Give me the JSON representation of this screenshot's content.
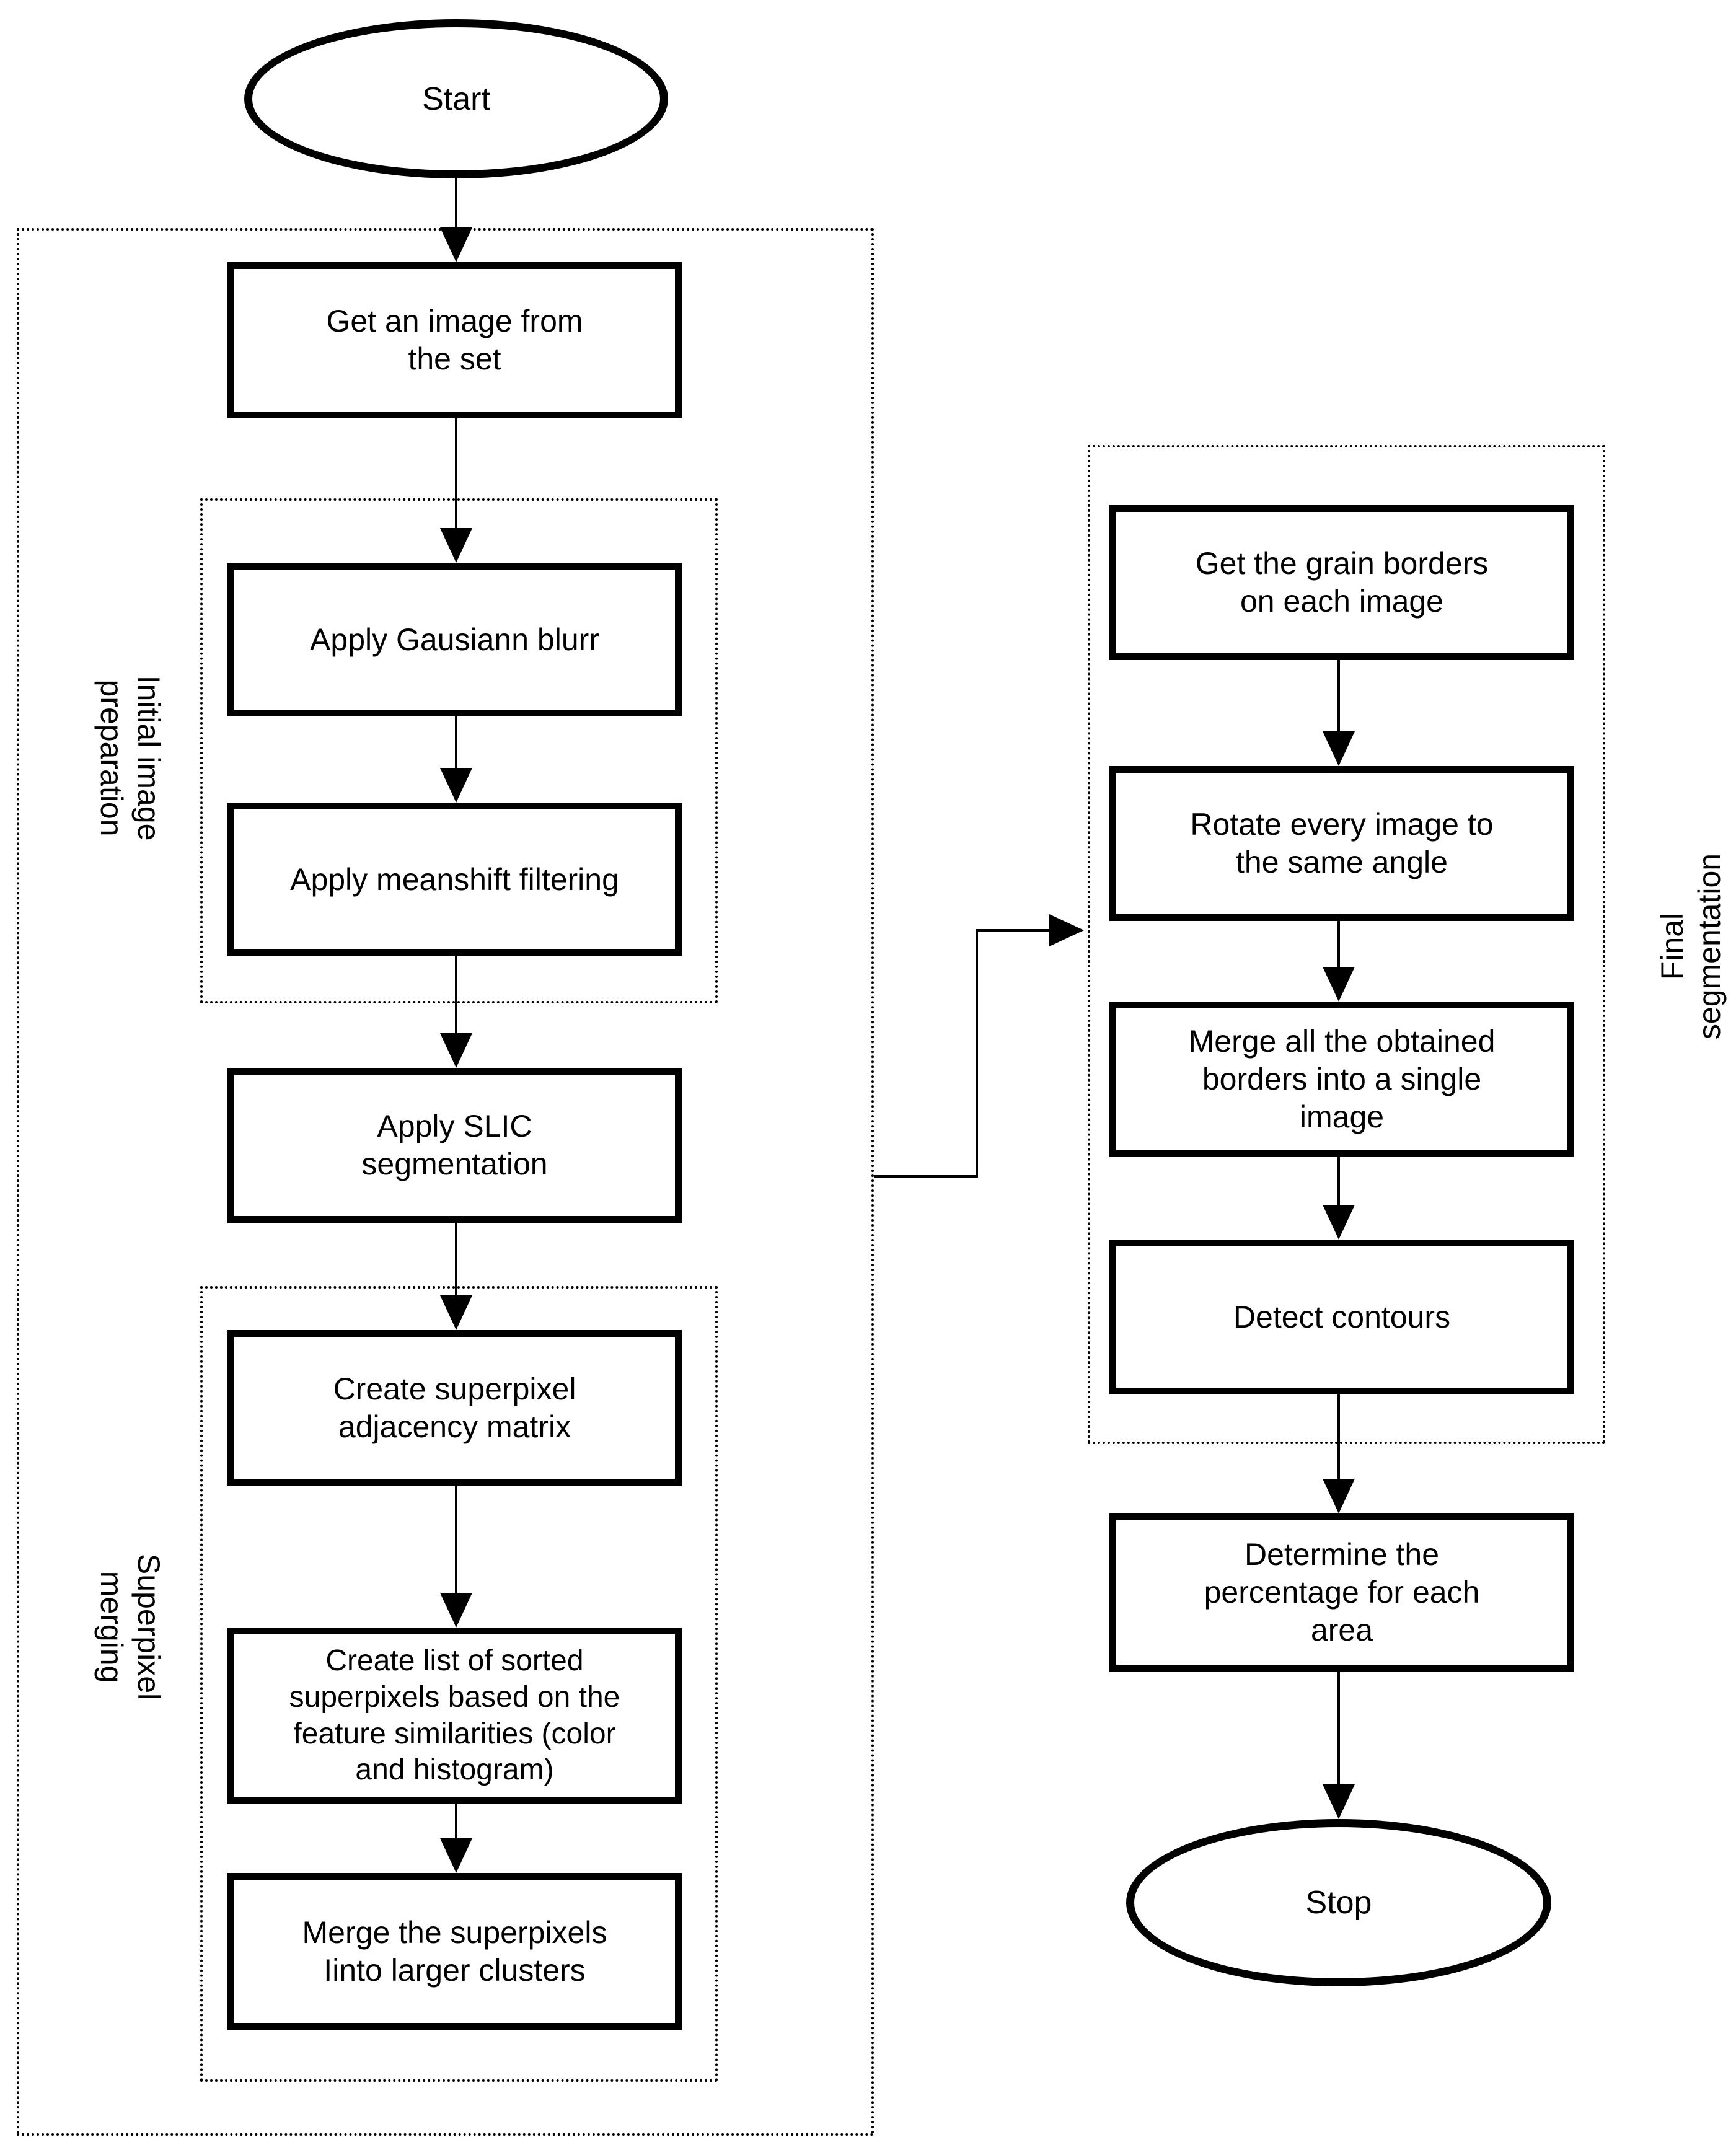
{
  "diagram": {
    "type": "flowchart",
    "colors": {
      "stroke": "#000000",
      "background": "#ffffff",
      "text": "#000000"
    },
    "nodes": {
      "start": {
        "label": "Start",
        "shape": "ellipse"
      },
      "get_image": {
        "label": "Get an image from\nthe set",
        "shape": "process"
      },
      "gaussian_blur": {
        "label": "Apply Gausiann blurr",
        "shape": "process"
      },
      "meanshift": {
        "label": "Apply meanshift filtering",
        "shape": "process"
      },
      "slic": {
        "label": "Apply SLIC\nsegmentation",
        "shape": "process"
      },
      "adjacency": {
        "label": "Create superpixel\nadjacency matrix",
        "shape": "process"
      },
      "sorted_list": {
        "label": "Create list of sorted\nsuperpixels based on the\nfeature similarities (color\nand histogram)",
        "shape": "process"
      },
      "merge_superpixels": {
        "label": "Merge the superpixels\nIinto larger clusters",
        "shape": "process"
      },
      "grain_borders": {
        "label": "Get the grain borders\non each image",
        "shape": "process"
      },
      "rotate_images": {
        "label": "Rotate every image to\nthe same angle",
        "shape": "process"
      },
      "merge_borders": {
        "label": "Merge all the obtained\nborders into a single\nimage",
        "shape": "process"
      },
      "detect_contours": {
        "label": "Detect contours",
        "shape": "process"
      },
      "percentage": {
        "label": "Determine the\npercentage for each\narea",
        "shape": "process"
      },
      "stop": {
        "label": "Stop",
        "shape": "ellipse"
      }
    },
    "groups": {
      "initial_image_preparation": {
        "label": "Initial image\npreparation"
      },
      "superpixel_merging": {
        "label": "Superpixel\nmerging"
      },
      "final_segmentation": {
        "label": "Final\nsegmentation"
      }
    }
  }
}
